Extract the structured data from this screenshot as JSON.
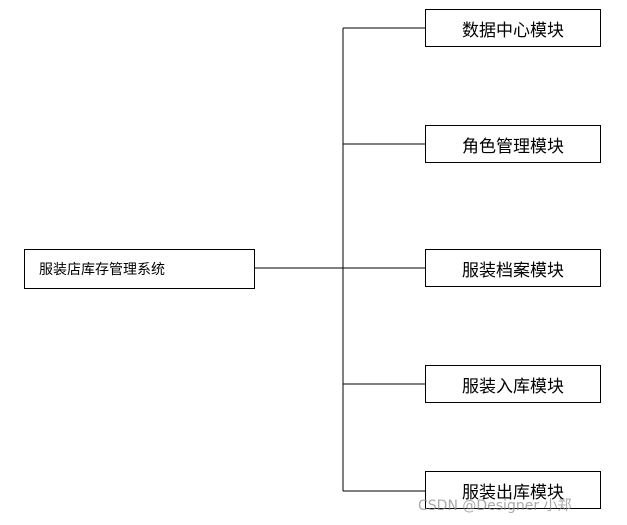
{
  "diagram": {
    "root": {
      "label": "服装店库存管理系统"
    },
    "modules": [
      {
        "label": "数据中心模块"
      },
      {
        "label": "角色管理模块"
      },
      {
        "label": "服装档案模块"
      },
      {
        "label": "服装入库模块"
      },
      {
        "label": "服装出库模块"
      }
    ]
  },
  "watermark": {
    "text": "CSDN @Designer 小郑"
  },
  "colors": {
    "line": "#000000",
    "box_border": "#000000",
    "background": "#ffffff"
  }
}
